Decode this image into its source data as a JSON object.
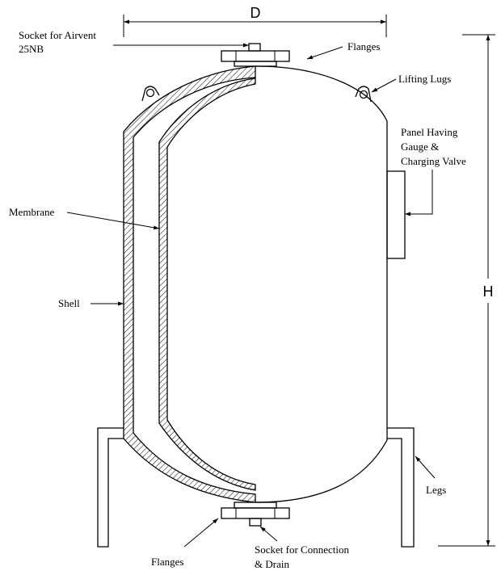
{
  "dimensions": {
    "diameter": "D",
    "height": "H"
  },
  "labels": {
    "airvent_line1": "Socket for Airvent",
    "airvent_line2": "25NB",
    "flanges_top": "Flanges",
    "lifting_lugs": "Lifting Lugs",
    "panel_line1": "Panel Having",
    "panel_line2": "Gauge &",
    "panel_line3": "Charging Valve",
    "membrane": "Membrane",
    "shell": "Shell",
    "legs": "Legs",
    "flanges_bottom": "Flanges",
    "socket_drain_line1": "Socket for Connection",
    "socket_drain_line2": "& Drain"
  }
}
